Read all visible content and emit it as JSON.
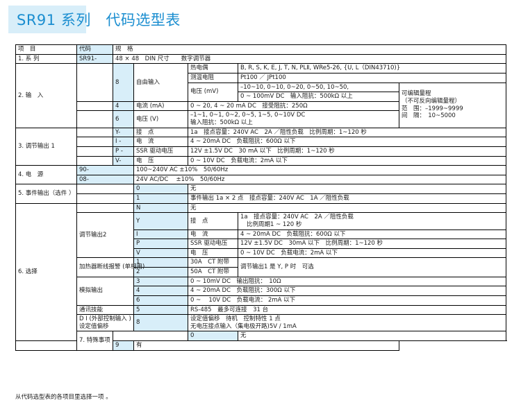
{
  "title": "SR91 系列　代码选型表",
  "colors": {
    "title_text": "#1b8ed0",
    "title_block": "#d8eef9",
    "code_cell": "#d8eef9",
    "border": "#000000"
  },
  "table": {
    "headers": {
      "item": "项　目",
      "code": "代码",
      "spec": "规　格"
    },
    "sections": {
      "series": {
        "label": "1. 系 列",
        "code": "SR91-",
        "spec": "48 × 48　DIN 尺寸　　数字调节器"
      },
      "input": {
        "label": "2. 输　入",
        "rows": [
          {
            "code": "8",
            "type": "自由输入",
            "signals": [
              {
                "name": "热电偶",
                "spec": "B, R, S, K, E, J, T, N, PLⅡ, WRe5-26, {U, L（DIN43710)}"
              },
              {
                "name": "测温电阻",
                "spec": "Pt100 ／ JPt100"
              },
              {
                "name": "电压 (mV)",
                "spec_line1": "–10~10, 0~10, 0~20, 0~50, 10~50,",
                "spec_line2": "0 ~ 100mV DC　输入阻抗：500kΩ 以上"
              }
            ]
          },
          {
            "code": "4",
            "type": "电流 (mA)",
            "spec": "0 ~ 20,  4 ~ 20 mA DC　接受阻抗：250Ω"
          },
          {
            "code": "6",
            "type": "电压 (V)",
            "spec_line1": "–1~1, 0~1, 0~2, 0~5, 1~5, 0~10V DC",
            "spec_line2": "输入阻抗：500kΩ 以上"
          }
        ],
        "range_note": {
          "line1": "可编辑量程",
          "line2": "（不可反向编辑量程）",
          "line3": "范　围：–1999~9999",
          "line4": "间　隔：　10~5000"
        }
      },
      "control_output1": {
        "label": "3. 调节输出 1",
        "rows": [
          {
            "code": "Y-",
            "name": "接　点",
            "spec": "1a　接点容量：240V AC　2A ／阻性负载　比例周期：1~120 秒"
          },
          {
            "code": "I -",
            "name": "电　流",
            "spec": "4 ~ 20mA DC　负载阻抗：600Ω 以下"
          },
          {
            "code": "P -",
            "name": "SSR 驱动电压",
            "spec": "12V ±1.5V DC　30 mA 以下　比例周期：1~120 秒"
          },
          {
            "code": "V-",
            "name": "电　压",
            "spec": "0 ~ 10V DC　负载电流：2mA 以下"
          }
        ]
      },
      "power": {
        "label": "4. 电　源",
        "rows": [
          {
            "code": "90-",
            "spec": "100~240V AC ±10%　50/60Hz"
          },
          {
            "code": "08-",
            "spec": "24V AC/DC　 ±10%　50/60Hz"
          }
        ]
      },
      "event_output": {
        "label": "5. 事件输出（选件 ）",
        "rows": [
          {
            "code": "0",
            "spec": "无"
          },
          {
            "code": "1",
            "spec": "事件输出 1a × 2 点　接点容量：240V AC　1A ／阻性负载"
          }
        ]
      },
      "options": {
        "label": "6. 选择",
        "none_row": {
          "code": "N",
          "spec": "无"
        },
        "control_output2": {
          "name": "调节输出2",
          "rows": [
            {
              "code": "Y",
              "label": "接　点",
              "spec_line1": "1a　接点容量：240V AC　2A ／阻性负载",
              "spec_line2": "比例周期1 ~ 120 秒"
            },
            {
              "code": "I",
              "label": "电　流",
              "spec": "4 ~ 20mA DC　负载阻抗：600Ω 以下"
            },
            {
              "code": "P",
              "label": "SSR 驱动电压",
              "spec": "12V ±1.5V DC　30mA 以下　比例周期：1~120 秒"
            },
            {
              "code": "V",
              "label": "电　压",
              "spec": "0 ~ 10V DC　负载电流：2mA 以下"
            }
          ]
        },
        "heater_alarm": {
          "name": "加热器断线报警 (单相用)",
          "rows": [
            {
              "code": "1",
              "label": "30A　CT 附带"
            },
            {
              "code": "2",
              "label": "50A　CT 附带"
            }
          ],
          "note": "调节输出1 是 Y, P 时　可选"
        },
        "analog_output": {
          "name": "模拟输出",
          "rows": [
            {
              "code": "3",
              "spec": "0 ~ 10mV DC　输出阻抗：　10Ω"
            },
            {
              "code": "4",
              "spec": "4 ~ 20mA DC　负载阻抗：300Ω 以下"
            },
            {
              "code": "6",
              "spec": "0 ~　 10V DC　负载电流： 2mA 以下"
            }
          ]
        },
        "communication": {
          "name": "通讯技能",
          "code": "5",
          "spec": "RS-485　最多可连接　31 台"
        },
        "digital_input": {
          "name_line1": "D I (外部控制输入 )",
          "name_line2": "设定值偏移",
          "code": "8",
          "spec_line1": "设定值偏移　待机　控制特性 1 点",
          "spec_line2": "无电压接点输入（集电极开路)5V / 1mA"
        }
      },
      "special": {
        "label": "7. 特殊事项",
        "rows": [
          {
            "code": "0",
            "spec": "无"
          },
          {
            "code": "9",
            "spec": "有"
          }
        ]
      }
    }
  },
  "footnote": "从代码选型表的各项目里选择一项 。"
}
